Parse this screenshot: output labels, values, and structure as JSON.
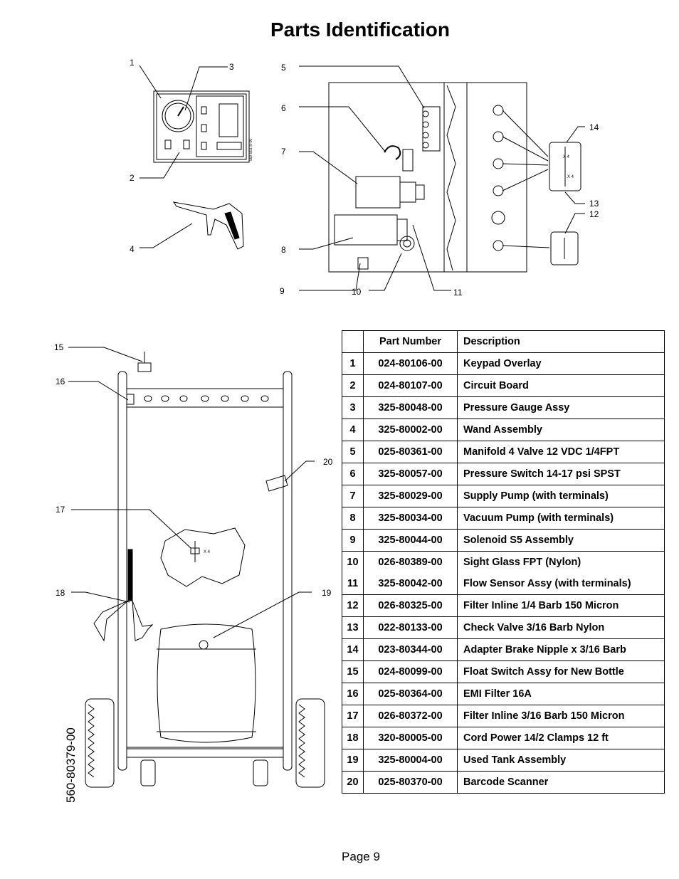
{
  "page": {
    "title": "Parts Identification",
    "footer": "Page 9",
    "drawing_code": "560-80379-00",
    "small_drawing_code": "560-80379-00",
    "multiplier_label": "X 4"
  },
  "callouts_top": [
    "1",
    "2",
    "3",
    "4",
    "5",
    "6",
    "7",
    "8",
    "9",
    "10",
    "11",
    "12",
    "13",
    "14"
  ],
  "callouts_bottom": [
    "15",
    "16",
    "17",
    "18",
    "19",
    "20"
  ],
  "table": {
    "headers": [
      "",
      "Part Number",
      "Description"
    ],
    "rows": [
      {
        "num": "1",
        "pn": "024-80106-00",
        "desc": "Keypad Overlay"
      },
      {
        "num": "2",
        "pn": "024-80107-00",
        "desc": "Circuit Board"
      },
      {
        "num": "3",
        "pn": "325-80048-00",
        "desc": "Pressure Gauge Assy"
      },
      {
        "num": "4",
        "pn": "325-80002-00",
        "desc": "Wand Assembly"
      },
      {
        "num": "5",
        "pn": "025-80361-00",
        "desc": "Manifold 4 Valve 12 VDC 1/4FPT"
      },
      {
        "num": "6",
        "pn": "325-80057-00",
        "desc": "Pressure Switch 14-17 psi SPST"
      },
      {
        "num": "7",
        "pn": "325-80029-00",
        "desc": "Supply Pump (with terminals)"
      },
      {
        "num": "8",
        "pn": "325-80034-00",
        "desc": "Vacuum Pump (with terminals)"
      },
      {
        "num": "9",
        "pn": "325-80044-00",
        "desc": "Solenoid S5 Assembly"
      },
      {
        "num": "10",
        "pn": "026-80389-00",
        "desc": "Sight Glass FPT (Nylon)"
      },
      {
        "num": "11",
        "pn": "325-80042-00",
        "desc": "Flow Sensor Assy (with terminals)"
      },
      {
        "num": "12",
        "pn": "026-80325-00",
        "desc": "Filter Inline 1/4 Barb 150 Micron"
      },
      {
        "num": "13",
        "pn": "022-80133-00",
        "desc": "Check Valve 3/16 Barb Nylon"
      },
      {
        "num": "14",
        "pn": "023-80344-00",
        "desc": "Adapter Brake Nipple x 3/16 Barb"
      },
      {
        "num": "15",
        "pn": "024-80099-00",
        "desc": "Float Switch Assy for New Bottle"
      },
      {
        "num": "16",
        "pn": "025-80364-00",
        "desc": "EMI Filter 16A"
      },
      {
        "num": "17",
        "pn": "026-80372-00",
        "desc": "Filter Inline 3/16 Barb 150 Micron"
      },
      {
        "num": "18",
        "pn": "320-80005-00",
        "desc": "Cord Power 14/2 Clamps 12 ft"
      },
      {
        "num": "19",
        "pn": "325-80004-00",
        "desc": "Used Tank Assembly"
      },
      {
        "num": "20",
        "pn": "025-80370-00",
        "desc": "Barcode Scanner"
      }
    ]
  }
}
